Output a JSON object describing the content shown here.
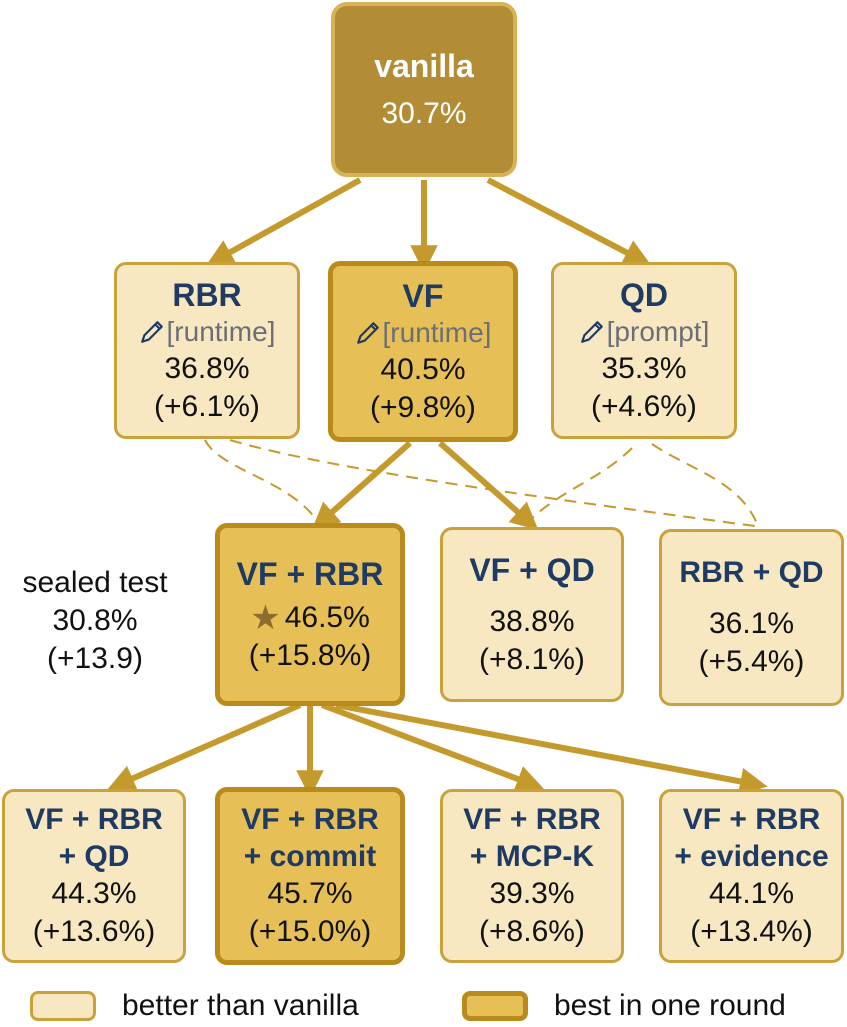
{
  "colors": {
    "better_fill": "#f8e8c2",
    "better_border": "#c9a23b",
    "best_fill": "#e6bf57",
    "best_border": "#b98b1c",
    "root_fill": "#b38d35",
    "arrow": "#c59a2d",
    "name_text": "#1f3a63"
  },
  "nodes": {
    "vanilla": {
      "name": "vanilla",
      "value": "30.7%"
    },
    "rbr": {
      "name": "RBR",
      "tag": "[runtime]",
      "value": "36.8%",
      "delta": "(+6.1%)"
    },
    "vf": {
      "name": "VF",
      "tag": "[runtime]",
      "value": "40.5%",
      "delta": "(+9.8%)"
    },
    "qd": {
      "name": "QD",
      "tag": "[prompt]",
      "value": "35.3%",
      "delta": "(+4.6%)"
    },
    "vf_rbr": {
      "name": "VF + RBR",
      "value": "46.5%",
      "delta": "(+15.8%)"
    },
    "vf_qd": {
      "name": "VF + QD",
      "value": "38.8%",
      "delta": "(+8.1%)"
    },
    "rbr_qd": {
      "name": "RBR + QD",
      "value": "36.1%",
      "delta": "(+5.4%)"
    },
    "vf_rbr_qd": {
      "name_line1": "VF + RBR",
      "name_line2": "+ QD",
      "value": "44.3%",
      "delta": "(+13.6%)"
    },
    "vf_rbr_commit": {
      "name_line1": "VF + RBR",
      "name_line2": "+ commit",
      "value": "45.7%",
      "delta": "(+15.0%)"
    },
    "vf_rbr_mcpk": {
      "name_line1": "VF + RBR",
      "name_line2": "+ MCP-K",
      "value": "39.3%",
      "delta": "(+8.6%)"
    },
    "vf_rbr_evidence": {
      "name_line1": "VF + RBR",
      "name_line2": "+ evidence",
      "value": "44.1%",
      "delta": "(+13.4%)"
    }
  },
  "sealed_test": {
    "label": "sealed test",
    "value": "30.8%",
    "delta": "(+13.9)"
  },
  "legend": {
    "better": "better than vanilla",
    "best": "best in one round"
  }
}
